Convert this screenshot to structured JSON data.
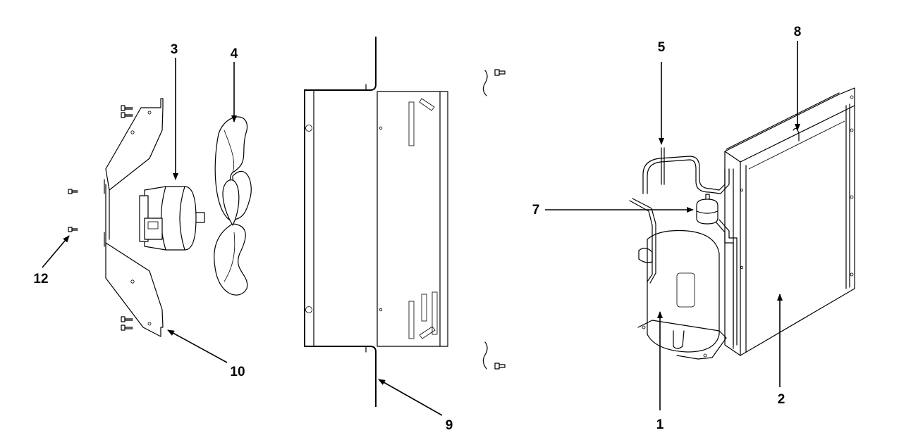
{
  "callouts": {
    "c1": "1",
    "c2": "2",
    "c3": "3",
    "c4": "4",
    "c5": "5",
    "c7": "7",
    "c8": "8",
    "c9": "9",
    "c10": "10",
    "c12": "12"
  }
}
